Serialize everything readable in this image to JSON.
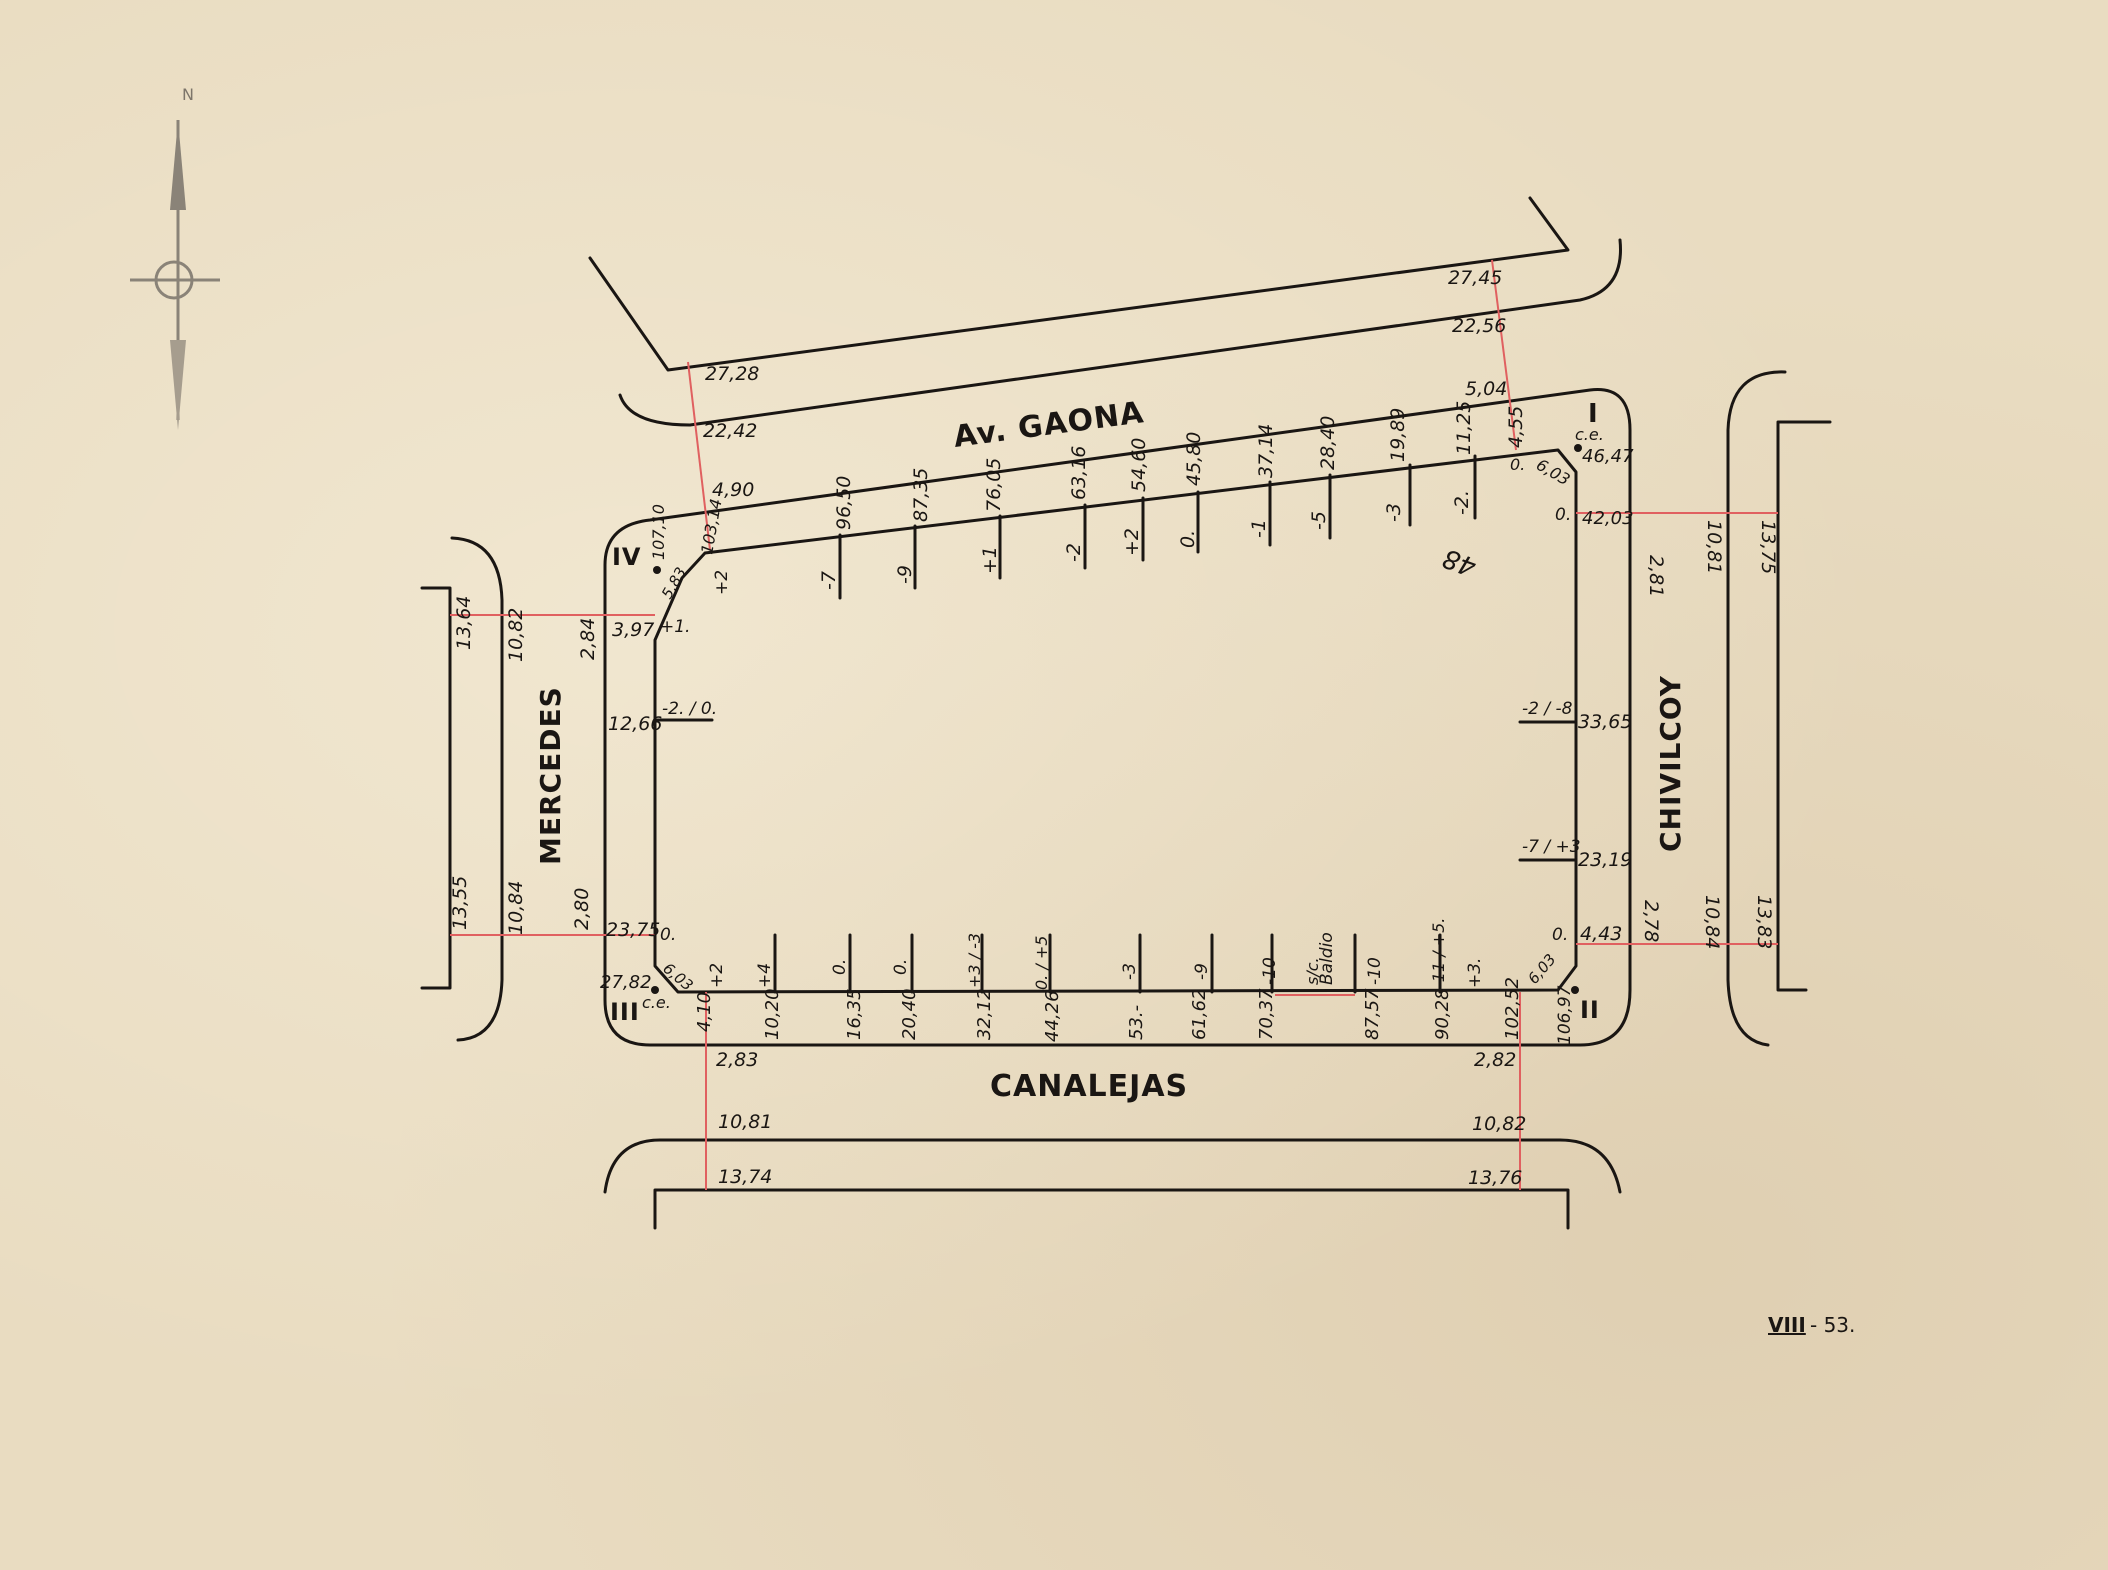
{
  "streets": {
    "north": "Av. GAONA",
    "south": "CANALEJAS",
    "west": "MERCEDES",
    "east": "CHIVILCOY"
  },
  "corners": {
    "I": "I",
    "II": "II",
    "III": "III",
    "IV": "IV",
    "ce_label": "c.e."
  },
  "compass": {
    "north": "N"
  },
  "sheet_code": {
    "roman": "VIII",
    "rest": "- 53."
  },
  "pencil_mark": "48",
  "vacant_lot": {
    "sc": "s/c.",
    "baldio": "Baldio"
  },
  "north_side": {
    "dimensions": {
      "w_outer": "27,28",
      "w_inner": "22,42",
      "w_curb": "4,90",
      "e_outer": "27,45",
      "e_inner": "22,56",
      "e_curb": "5,04"
    },
    "ticks": [
      {
        "value": "96,50",
        "level": "-7"
      },
      {
        "value": "87,35",
        "level": "-9"
      },
      {
        "value": "76,05",
        "level": "+1"
      },
      {
        "value": "63,16",
        "level": "-2"
      },
      {
        "value": "54,60",
        "level": "+2"
      },
      {
        "value": "45,80",
        "level": "0."
      },
      {
        "value": "37,14",
        "level": "-1"
      },
      {
        "value": "28,40",
        "level": "-5"
      },
      {
        "value": "19,89",
        "level": "-3"
      },
      {
        "value": "11,25",
        "level": "-2."
      },
      {
        "value": "4,55",
        "level": "0."
      }
    ],
    "ne_corner": {
      "chamfer": "6,03",
      "value": "46,47",
      "level": "0."
    },
    "nw_corner": {
      "chamfer": "5,83",
      "value": "107,10",
      "value2": "103,14",
      "level": "+2"
    }
  },
  "south_side": {
    "dimensions": {
      "w_curb": "2,83",
      "w_inner": "10,81",
      "w_outer": "13,74",
      "e_curb": "2,82",
      "e_inner": "10,82",
      "e_outer": "13,76"
    },
    "ticks": [
      {
        "value": "4,10",
        "level": "+2"
      },
      {
        "value": "10,20",
        "level": "+4"
      },
      {
        "value": "16,35",
        "level": "0."
      },
      {
        "value": "20,40",
        "level": "0."
      },
      {
        "value": "32,12",
        "level": "+3 / -3"
      },
      {
        "value": "44,26",
        "level": "0. / +5"
      },
      {
        "value": "53.-",
        "level": "-3"
      },
      {
        "value": "61,62",
        "level": "-9"
      },
      {
        "value": "70,37",
        "level": "-10"
      },
      {
        "value": "87,57",
        "level": "-10"
      },
      {
        "value": "90,28",
        "level": "-11 / +5."
      },
      {
        "value": "102,52",
        "level": "+3."
      }
    ],
    "se_corner": {
      "chamfer": "6,03",
      "value": "106,97"
    },
    "sw_corner": {
      "chamfer": "6,03",
      "value": "27,82"
    }
  },
  "west_side": {
    "dimensions_n": {
      "outer": "13,64",
      "inner": "10,82",
      "curb": "2,84"
    },
    "dimensions_s": {
      "outer": "13,55",
      "inner": "10,84",
      "curb": "2,80"
    },
    "ticks": [
      {
        "value": "3,97",
        "level": "+1."
      },
      {
        "value": "12,66",
        "level": "-2. / 0."
      },
      {
        "value": "23,75",
        "level": "0."
      }
    ]
  },
  "east_side": {
    "dimensions_n": {
      "curb": "2,81",
      "inner": "10,81",
      "outer": "13,75"
    },
    "dimensions_s": {
      "curb": "2,78",
      "inner": "10,84",
      "outer": "13,83"
    },
    "ticks": [
      {
        "value": "42,03",
        "level": "0."
      },
      {
        "value": "33,65",
        "level": "-2 / -8"
      },
      {
        "value": "23,19",
        "level": "-7 / +3"
      },
      {
        "value": "4,43",
        "level": "0."
      }
    ]
  }
}
